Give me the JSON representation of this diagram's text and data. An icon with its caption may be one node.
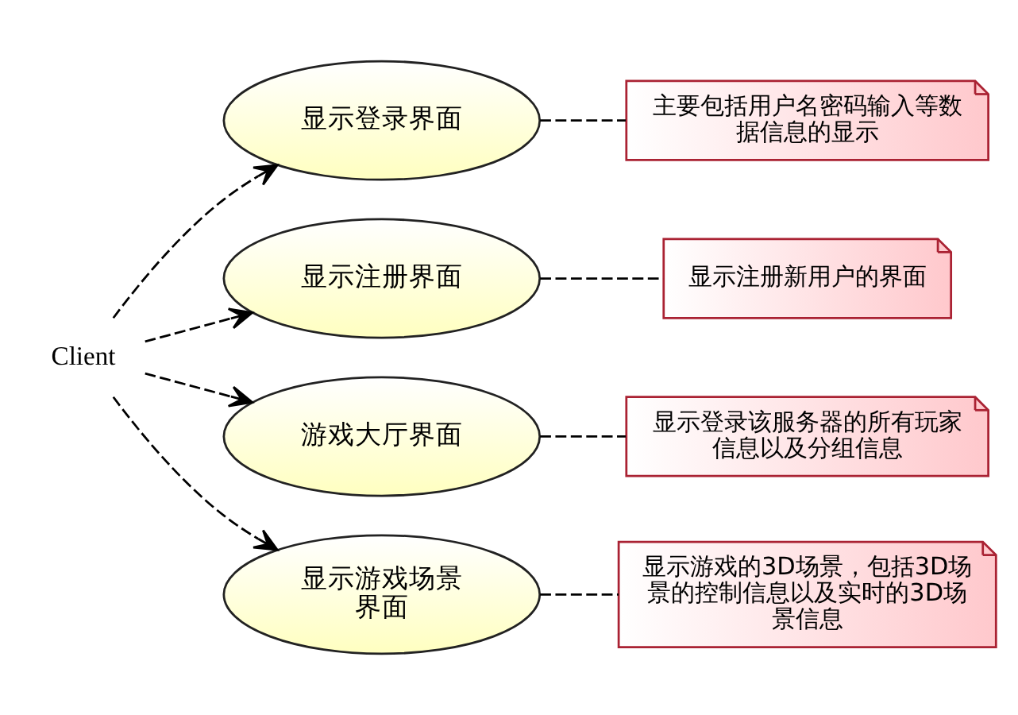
{
  "diagram": {
    "nodes": [
      {
        "text": [
          "Client"
        ]
      },
      {
        "text": [
          "显示登录界面"
        ]
      },
      {
        "text": [
          "显示注册界面"
        ]
      },
      {
        "text": [
          "游戏大厅界面"
        ]
      },
      {
        "text": [
          "显示游戏场景界面"
        ]
      },
      {
        "text": [
          "主要包括用户名密码输入等数据信息的显示"
        ]
      },
      {
        "text": [
          "显示注册新用户的界面"
        ]
      },
      {
        "text": [
          "显示登录该服务器的所有玩家信息以及分组信息"
        ]
      },
      {
        "text": [
          "显示游戏的3D场景，包括3D场景的控制信息以及实时的3D场景信息"
        ]
      }
    ],
    "edges": [
      {
        "from": 0,
        "to": 1,
        "arrow": "to",
        "style": "dashed"
      },
      {
        "from": 0,
        "to": 2,
        "arrow": "to",
        "style": "dashed"
      },
      {
        "from": 0,
        "to": 3,
        "arrow": "to",
        "style": "dashed"
      },
      {
        "from": 0,
        "to": 4,
        "arrow": "to",
        "style": "dashed"
      },
      {
        "from": 1,
        "to": 5,
        "arrow": "none",
        "style": "dashed"
      },
      {
        "from": 2,
        "to": 6,
        "arrow": "none",
        "style": "dashed"
      },
      {
        "from": 3,
        "to": 7,
        "arrow": "none",
        "style": "dashed"
      },
      {
        "from": 4,
        "to": 8,
        "arrow": "none",
        "style": "dashed"
      }
    ]
  }
}
